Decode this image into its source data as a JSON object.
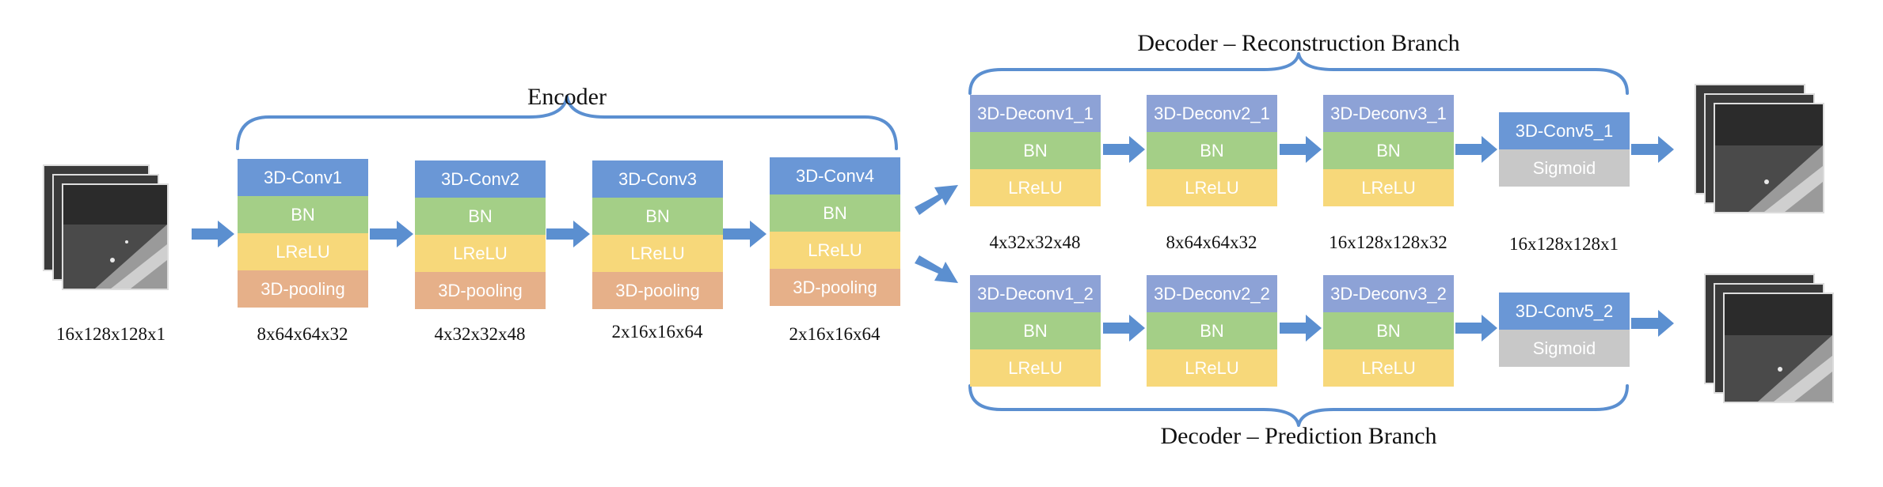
{
  "colors": {
    "conv": "#6a97d6",
    "deconv": "#8da2d6",
    "bn": "#a4cf87",
    "lrelu": "#f7d87a",
    "pooling": "#e6b089",
    "sigmoid": "#c8c8c8",
    "arrow": "#5b8fd0",
    "brace": "#5b8fd0"
  },
  "input": {
    "dims": "16x128x128x1"
  },
  "encoder": {
    "title": "Encoder",
    "blocks": [
      {
        "layers": [
          "3D-Conv1",
          "BN",
          "LReLU",
          "3D-pooling"
        ],
        "dims": "8x64x64x32"
      },
      {
        "layers": [
          "3D-Conv2",
          "BN",
          "LReLU",
          "3D-pooling"
        ],
        "dims": "4x32x32x48"
      },
      {
        "layers": [
          "3D-Conv3",
          "BN",
          "LReLU",
          "3D-pooling"
        ],
        "dims": "2x16x16x64"
      },
      {
        "layers": [
          "3D-Conv4",
          "BN",
          "LReLU",
          "3D-pooling"
        ],
        "dims": "2x16x16x64"
      }
    ]
  },
  "reconstruction": {
    "title": "Decoder – Reconstruction Branch",
    "blocks": [
      {
        "layers": [
          "3D-Deconv1_1",
          "BN",
          "LReLU"
        ],
        "dims": "4x32x32x48"
      },
      {
        "layers": [
          "3D-Deconv2_1",
          "BN",
          "LReLU"
        ],
        "dims": "8x64x64x32"
      },
      {
        "layers": [
          "3D-Deconv3_1",
          "BN",
          "LReLU"
        ],
        "dims": "16x128x128x32"
      },
      {
        "layers": [
          "3D-Conv5_1",
          "Sigmoid"
        ],
        "dims": "16x128x128x1"
      }
    ]
  },
  "prediction": {
    "title": "Decoder – Prediction Branch",
    "blocks": [
      {
        "layers": [
          "3D-Deconv1_2",
          "BN",
          "LReLU"
        ]
      },
      {
        "layers": [
          "3D-Deconv2_2",
          "BN",
          "LReLU"
        ]
      },
      {
        "layers": [
          "3D-Deconv3_2",
          "BN",
          "LReLU"
        ]
      },
      {
        "layers": [
          "3D-Conv5_2",
          "Sigmoid"
        ]
      }
    ]
  }
}
